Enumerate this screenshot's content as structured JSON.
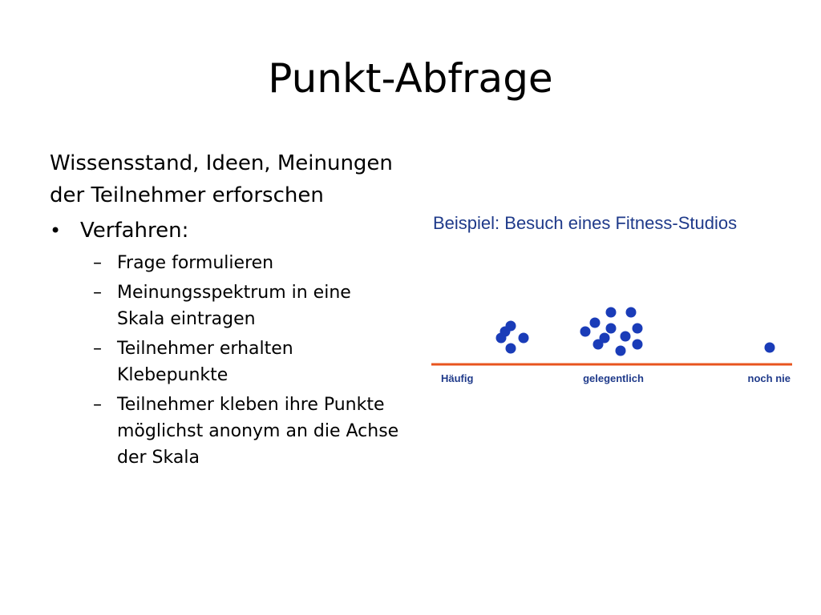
{
  "slide": {
    "title": "Punkt-Abfrage",
    "intro": "Wissensstand, Ideen, Meinungen der Teilnehmer erforschen",
    "bullet": {
      "label": "Verfahren:",
      "items": [
        "Frage formulieren",
        "Meinungsspektrum in eine Skala eintragen",
        "Teilnehmer erhalten Klebepunkte",
        "Teilnehmer kleben ihre Punkte möglichst anonym an die Achse der Skala"
      ]
    }
  },
  "example": {
    "title": "Beispiel: Besuch eines Fitness-Studios",
    "scale_labels": [
      "Häufig",
      "gelegentlich",
      "noch nie"
    ],
    "dot_counts": [
      5,
      11,
      1
    ],
    "colors": {
      "dot": "#1a3cb8",
      "axis": "#e8541e",
      "label": "#1f3a8a"
    }
  }
}
